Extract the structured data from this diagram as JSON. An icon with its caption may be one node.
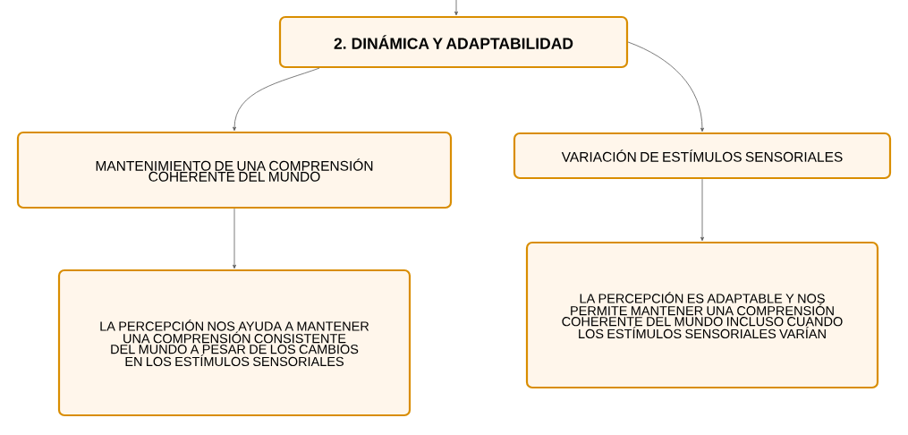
{
  "diagram": {
    "nodes": [
      {
        "text": [
          "2. DINÁMICA Y ADAPTABILIDAD"
        ]
      },
      {
        "text": [
          "MANTENIMIENTO DE UNA COMPRENSIÓN COHERENTE DEL MUNDO"
        ]
      },
      {
        "text": [
          "VARIACIÓN DE ESTÍMULOS SENSORIALES"
        ]
      },
      {
        "text": [
          "LA PERCEPCIÓN NOS AYUDA A MANTENER UNA COMPRENSIÓN CONSISTENTE DEL MUNDO A PESAR DE LOS CAMBIOS EN LOS ESTÍMULOS SENSORIALES"
        ]
      },
      {
        "text": [
          "LA PERCEPCIÓN ES ADAPTABLE Y NOS PERMITE MANTENER UNA COMPRENSIÓN COHERENTE DEL MUNDO INCLUSO CUANDO LOS ESTÍMULOS SENSORIALES VARÍAN"
        ]
      }
    ],
    "edges": [
      {
        "from": null,
        "to": 0,
        "arrow": "to"
      },
      {
        "from": 0,
        "to": 1,
        "arrow": "to"
      },
      {
        "from": 0,
        "to": 2,
        "arrow": "to"
      },
      {
        "from": 1,
        "to": 3,
        "arrow": "to"
      },
      {
        "from": 2,
        "to": 4,
        "arrow": "to"
      }
    ]
  }
}
